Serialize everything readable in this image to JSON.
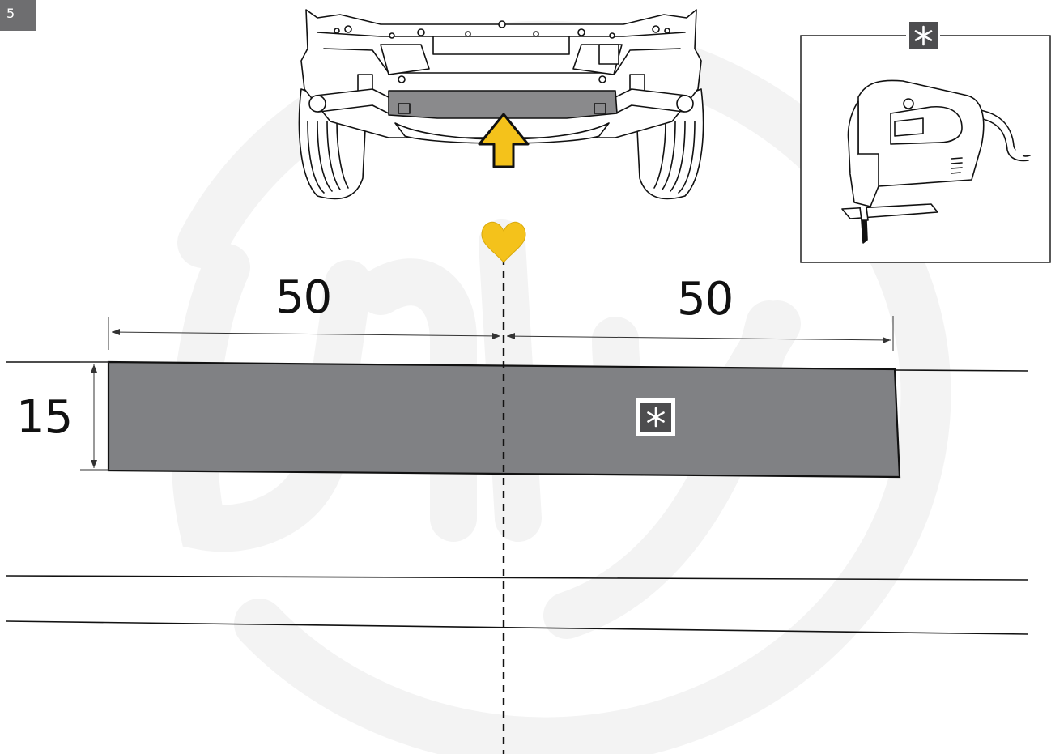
{
  "step_number": "5",
  "dimensions": {
    "left_width": "50",
    "right_width": "50",
    "height": "15"
  },
  "symbols": {
    "tool_marker": "asterisk-icon",
    "center_marker": "heart-icon",
    "direction_marker": "arrow-up-icon"
  },
  "colors": {
    "cut_area": "#808184",
    "accent": "#f4c21b",
    "marker_box": "#4d4d4f",
    "watermark": "#f2f2f2",
    "badge": "#6e6e70"
  }
}
